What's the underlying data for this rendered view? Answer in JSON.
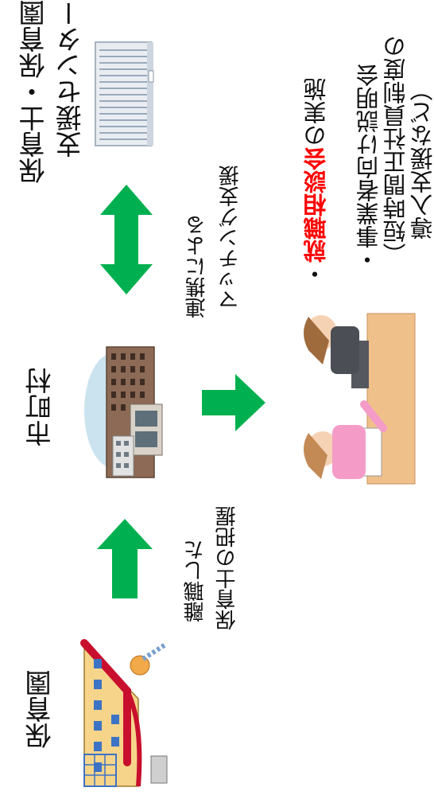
{
  "nodes": {
    "hoikuen": "保育園",
    "shichoson": "市町村",
    "center_line1": "保育士・保育園",
    "center_line2": "支援センター"
  },
  "edges": {
    "hoikuen_to_shichoson_line1": "離職した",
    "hoikuen_to_shichoson_line2": "保育士の把握",
    "shichoson_center_line1": "連携による",
    "shichoson_center_line2": "マッチング支援"
  },
  "services": {
    "item1_bullet": "・",
    "item1_highlight": "就職相談会",
    "item1_rest": "の実施",
    "item2_line1": "・事業者向け説明会",
    "item2_line2": "（短時間正社員制度の",
    "item2_line3": "導入支援など）"
  },
  "colors": {
    "arrow_green": "#00b050",
    "highlight_red": "#ff0000"
  }
}
